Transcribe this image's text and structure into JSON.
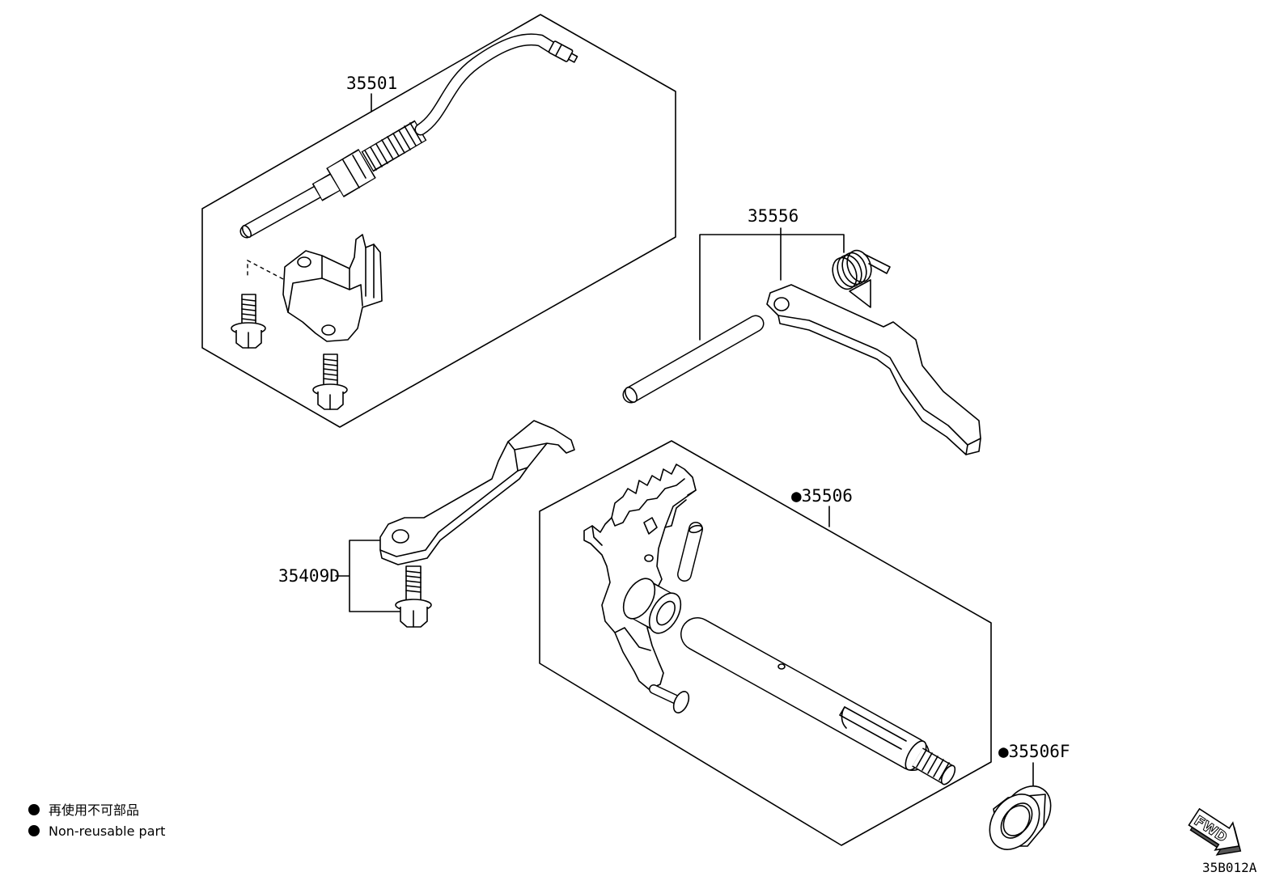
{
  "labels": {
    "cable": "35501",
    "lever_set": "35556",
    "shaft_set": "●35506",
    "plate_bolt": "35409D",
    "seal": "●35506F"
  },
  "legend": {
    "ja": "再使用不可部品",
    "en": "Non-reusable part"
  },
  "fwd": "FWD",
  "diagram_code": "35B012A",
  "colors": {
    "line": "#000000",
    "background": "#ffffff"
  }
}
